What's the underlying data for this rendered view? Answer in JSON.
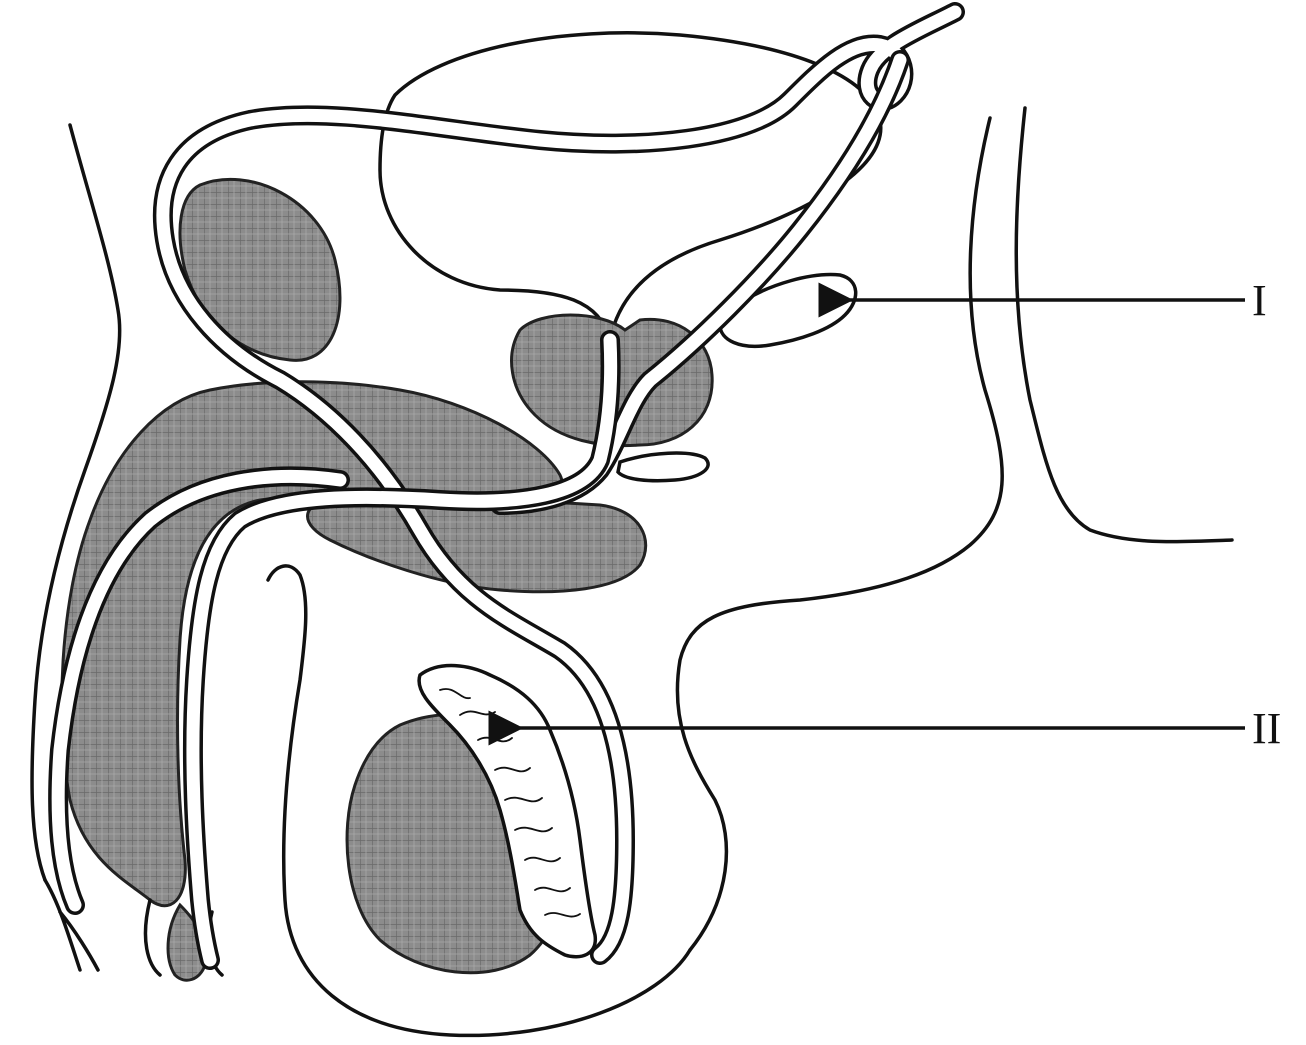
{
  "diagram": {
    "labels": [
      {
        "id": "I",
        "text": "I"
      },
      {
        "id": "II",
        "text": "II"
      }
    ],
    "colors": {
      "line": "#111111",
      "shading": "#8a8a8a",
      "background": "#ffffff"
    }
  }
}
